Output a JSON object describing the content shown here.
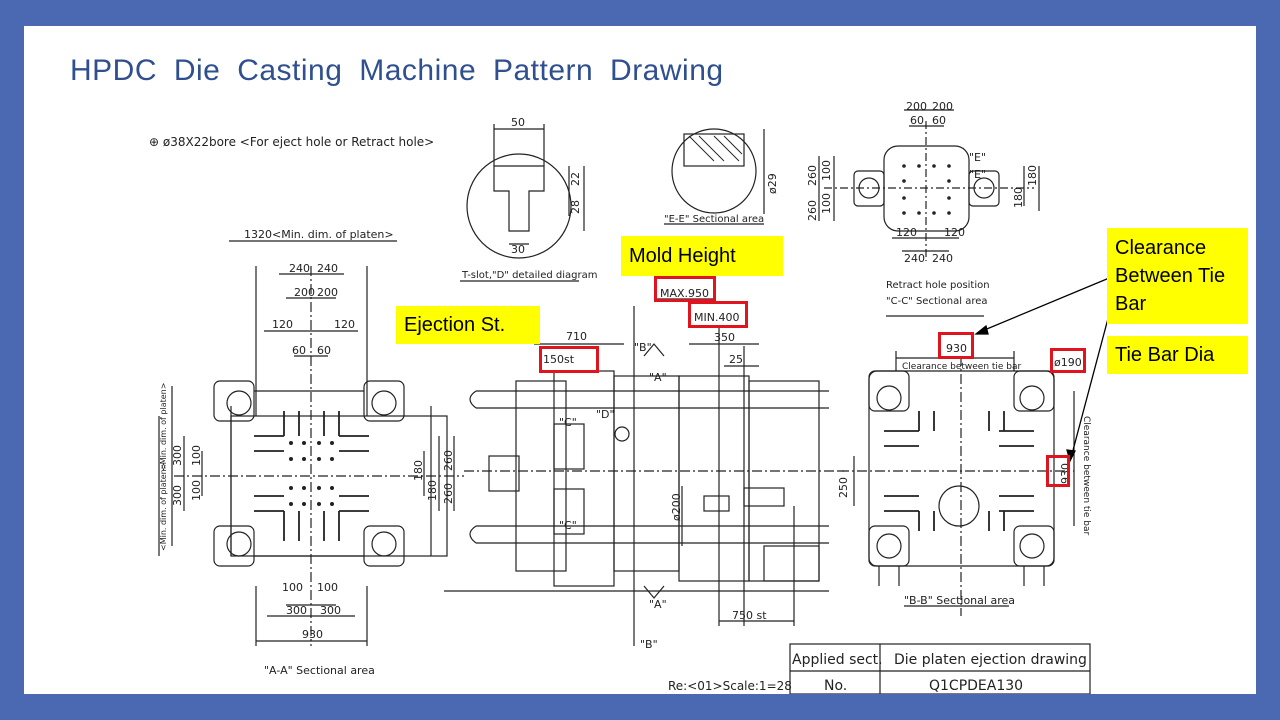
{
  "title": "HPDC Die Casting Machine Pattern Drawing",
  "callouts": {
    "mold_height": "Mold Height",
    "ejection": "Ejection St.",
    "clearance": "Clearance Between Tie Bar",
    "tiebar_dia": "Tie Bar Dia"
  },
  "drawing": {
    "bore_note": "⊕ ø38X22bore <For eject hole or Retract hole>",
    "tslot_label": "T-slot,\"D\" detailed diagram",
    "ee_label": "\"E-E\" Sectional area",
    "cc_label1": "Retract hole position",
    "cc_label2": "\"C-C\" Sectional area",
    "aa_label": "\"A-A\" Sectional area",
    "bb_label": "\"B-B\" Sectional area",
    "clearance_label_h": "Clearance between tie bar",
    "clearance_label_v": "Clearance between tie bar",
    "min_platen": "1320<Min. dim. of platen>",
    "min_platen_v1": "<Min. dim. of platen>",
    "min_platen_v2": "<Min. dim. of platen>",
    "dims": {
      "d50": "50",
      "d22": "22",
      "d28": "28",
      "d30": "30",
      "d29": "ø29",
      "d200a": "200",
      "d200b": "200",
      "d60a": "60",
      "d60b": "60",
      "d260a": "260",
      "d260b": "260",
      "d100a": "100",
      "d100b": "100",
      "d180a": "180",
      "d180b": "180",
      "d120a": "120",
      "d120b": "120",
      "d240a": "240",
      "d240b": "240",
      "a240a": "240",
      "a240b": "240",
      "a200a": "200",
      "a200b": "200",
      "a120a": "120",
      "a120b": "120",
      "a60a": "60",
      "a60b": "60",
      "a300a": "300",
      "a300b": "300",
      "a100a": "100",
      "a100b": "100",
      "a180": "180",
      "a180b": "180",
      "a260a": "260",
      "a260b": "260",
      "b100a": "100",
      "b100b": "100",
      "b300a": "300",
      "b300b": "300",
      "b930": "930",
      "max950": "MAX.950",
      "min400": "MIN.400",
      "d710": "710",
      "d150": "150st",
      "d350": "350",
      "d25": "25",
      "d200": "ø200",
      "d750": "750 st",
      "lblB": "\"B\"",
      "lblA": "\"A\"",
      "lblC": "\"C\"",
      "lblD": "\"D\"",
      "lblC2": "\"C\"",
      "lblA2": "\"A\"",
      "lblB2": "\"B\"",
      "c930": "930",
      "c190": "ø190",
      "c930v": "930",
      "c250": "250",
      "e1": "\"E\"",
      "e2": "\"E\""
    },
    "table": {
      "r1c1": "Applied sect.",
      "r1c2": "Die platen ejection drawing",
      "r2c1": "No.",
      "r2c2": "Q1CPDEA130"
    },
    "scale": "Re:<01>Scale:1=28"
  }
}
